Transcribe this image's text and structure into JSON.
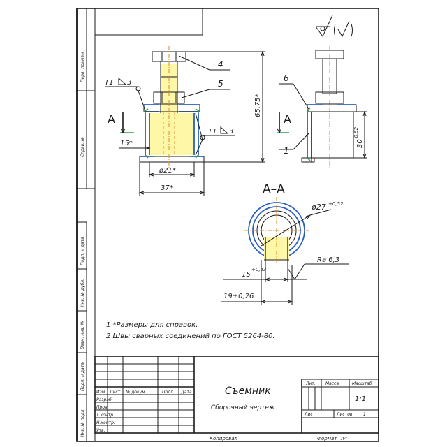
{
  "drawing": {
    "roughness_mark": "√ (√)",
    "section_title": "А–А",
    "section_mark": "А",
    "dimensions": {
      "height_total": "65,75*",
      "inner_diameter": "ø21*",
      "outer_width": "37*",
      "chamfer": "15*",
      "right_height": "30",
      "right_height_tol": "-0,52",
      "section_diameter": "ø27",
      "section_diameter_tol": "+0,52",
      "slot_width": "15",
      "slot_width_tol": "+0,43",
      "offset": "19±0,26",
      "roughness": "Ra 6,3"
    },
    "weld_label": "Т1",
    "weld_size": "3",
    "positions": [
      "4",
      "5",
      "6",
      "1"
    ]
  },
  "notes": [
    "1  *Размеры для справок.",
    "2  Швы сварных соединений по ГОСТ 5264-80."
  ],
  "side_stamp": {
    "perv_primen": "Перв. примен.",
    "sprav_no": "Справ. №",
    "podp_data_1": "Подп. и дата",
    "inv_dubl": "Инв. № дубл.",
    "vzam_inv": "Взам. инв. №",
    "podp_data_2": "Подп. и дата",
    "inv_podl": "Инв. № подл."
  },
  "title_block": {
    "title": "Съемник",
    "subtitle": "Сборочный чертеж",
    "col_izm": "Изм.",
    "col_list": "Лист",
    "col_doc": "№ докум.",
    "col_podp": "Подп.",
    "col_data": "Дата",
    "razrab": "Разраб.",
    "prov": "Пров.",
    "tkontr": "Т.контр.",
    "nkontr": "Н.контр.",
    "utv": "Утв.",
    "lit": "Лит.",
    "massa": "Масса",
    "masshtab": "Масштаб",
    "scale_value": "1:1",
    "sheet_label": "Лист",
    "sheets_label": "Листов",
    "sheets_value": "1",
    "copied": "Копировал",
    "format_label": "Формат",
    "format_value": "A4"
  }
}
